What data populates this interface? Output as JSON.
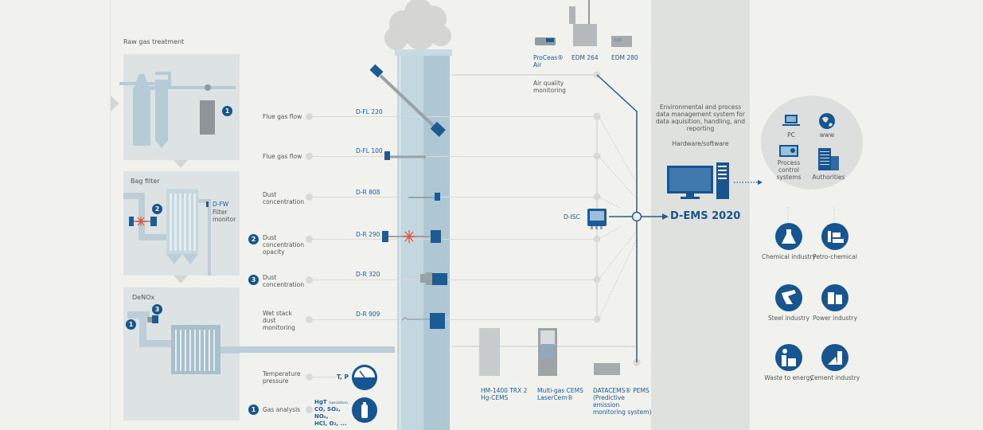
{
  "stages": {
    "raw_gas": "Raw gas treatment",
    "bag_filter": "Bag filter",
    "denox": "DeNOx"
  },
  "filter_monitor": {
    "device": "D-FW",
    "label": "Filter monitor"
  },
  "badges": {
    "one": "1",
    "two": "2",
    "three": "3"
  },
  "measurements": [
    {
      "label": "Flue gas flow",
      "device": "D-FL 220"
    },
    {
      "label": "Flue gas flow",
      "device": "D-FL 100"
    },
    {
      "label": "Dust concentration",
      "device": "D-R 808"
    },
    {
      "label": "Dust concentration opacity",
      "device": "D-R 290",
      "badge": "2"
    },
    {
      "label": "Dust concentration",
      "device": "D-R 320",
      "badge": "3"
    },
    {
      "label": "Wet stack dust monitoring",
      "device": "D-R 909"
    }
  ],
  "temperature": {
    "label": "Temperature pressure",
    "value": "T, P"
  },
  "gas_analysis": {
    "label": "Gas analysis",
    "badge": "1",
    "line1": "HgT",
    "line1_sub": "(speciation),",
    "line2": "CO, SO₂, NOₓ,",
    "line3": "HCl, O₂, ..."
  },
  "air_quality": {
    "label": "Air quality monitoring",
    "devices": [
      "ProCeas® Air",
      "EDM 264",
      "EDM 280"
    ]
  },
  "cems": [
    "HM-1400 TRX 2 Hg-CEMS",
    "Multi-gas CEMS LaserCem®",
    "DATACEMS® PEMS (Predictive emission monitoring system)"
  ],
  "controller": "D-ISC",
  "dems": {
    "description": "Environmental and process data management system for data aquisition, handling, and reporting",
    "hardware": "Hardware/software",
    "title": "D-EMS 2020"
  },
  "outputs": [
    "PC",
    "www",
    "Process control systems",
    "Authorities"
  ],
  "industries": [
    "Chemical industry",
    "Petro-chemical",
    "Steel industry",
    "Power industry",
    "Waste to energy",
    "Cement industry"
  ],
  "colors": {
    "brand_blue": "#16558f",
    "laser_red": "#e8503a",
    "background": "#f1f1ed",
    "panel": "#dde2e2"
  }
}
